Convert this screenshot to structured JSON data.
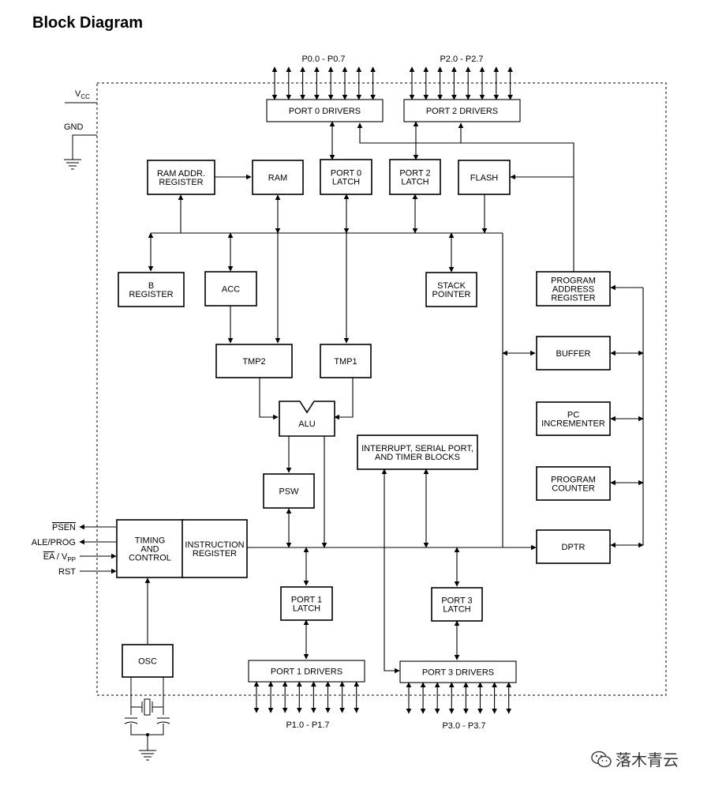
{
  "page": {
    "title": "Block Diagram"
  },
  "buses": {
    "p0": "P0.0 - P0.7",
    "p2": "P2.0 - P2.7",
    "p1": "P1.0 - P1.7",
    "p3": "P3.0 - P3.7"
  },
  "supply": {
    "vcc": "V",
    "vcc_sub": "CC",
    "gnd": "GND"
  },
  "pins": {
    "psen": "PSEN",
    "ale": "ALE/PROG",
    "ea_prefix": "EA",
    "ea_mid": " / V",
    "ea_sub": "PP",
    "rst": "RST"
  },
  "blocks": {
    "port0_drivers": [
      "PORT 0 DRIVERS"
    ],
    "port2_drivers": [
      "PORT 2 DRIVERS"
    ],
    "ram_addr": [
      "RAM ADDR.",
      "REGISTER"
    ],
    "ram": [
      "RAM"
    ],
    "port0_latch": [
      "PORT 0",
      "LATCH"
    ],
    "port2_latch": [
      "PORT 2",
      "LATCH"
    ],
    "flash": [
      "FLASH"
    ],
    "b_register": [
      "B",
      "REGISTER"
    ],
    "acc": [
      "ACC"
    ],
    "stack_pointer": [
      "STACK",
      "POINTER"
    ],
    "program_address_register": [
      "PROGRAM",
      "ADDRESS",
      "REGISTER"
    ],
    "tmp2": [
      "TMP2"
    ],
    "tmp1": [
      "TMP1"
    ],
    "buffer": [
      "BUFFER"
    ],
    "alu": [
      "ALU"
    ],
    "interrupt_blocks": [
      "INTERRUPT, SERIAL PORT,",
      "AND TIMER BLOCKS"
    ],
    "pc_incrementer": [
      "PC",
      "INCREMENTER"
    ],
    "psw": [
      "PSW"
    ],
    "program_counter": [
      "PROGRAM",
      "COUNTER"
    ],
    "timing_control": [
      "TIMING",
      "AND",
      "CONTROL"
    ],
    "instruction_register": [
      "INSTRUCTION",
      "REGISTER"
    ],
    "dptr": [
      "DPTR"
    ],
    "port1_latch": [
      "PORT 1",
      "LATCH"
    ],
    "port3_latch": [
      "PORT 3",
      "LATCH"
    ],
    "osc": [
      "OSC"
    ],
    "port1_drivers": [
      "PORT 1 DRIVERS"
    ],
    "port3_drivers": [
      "PORT 3 DRIVERS"
    ]
  },
  "watermark": {
    "icon": "wechat-icon",
    "text": "落木青云"
  }
}
